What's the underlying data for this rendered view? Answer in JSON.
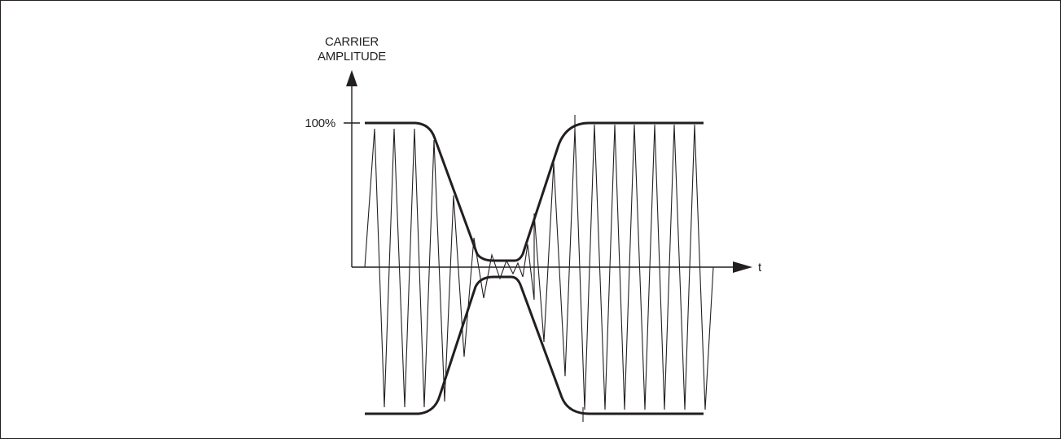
{
  "diagram": {
    "y_axis_label_line1": "CARRIER",
    "y_axis_label_line2": "AMPLITUDE",
    "y_tick_label": "100%",
    "x_axis_label": "t",
    "colors": {
      "ink": "#231f20",
      "background": "#ffffff"
    }
  }
}
